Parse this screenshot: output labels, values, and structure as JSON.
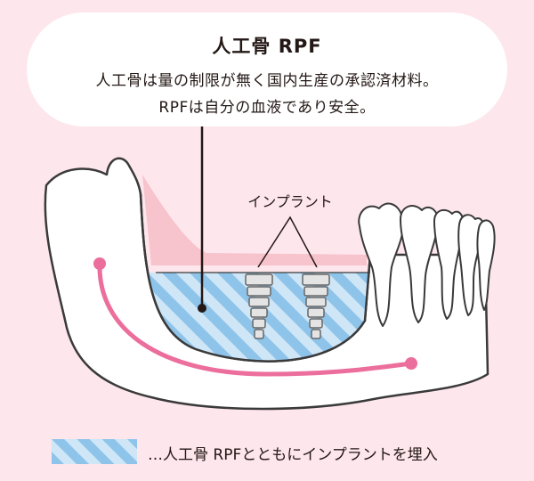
{
  "callout": {
    "title": "人工骨 RPF",
    "line1": "人工骨は量の制限が無く国内生産の承認済材料。",
    "line2": "RPFは自分の血液であり安全。"
  },
  "labels": {
    "implant": "インプラント"
  },
  "legend": {
    "text": "…人工骨 RPFとともにインプラントを埋入"
  },
  "colors": {
    "background": "#fde6ec",
    "bone_fill": "#ffffff",
    "outline": "#3a3a3a",
    "graft_pink": "#f7c3cc",
    "stripe_blue": "#8fc4ea",
    "stripe_light": "#cfe6f7",
    "nerve": "#ec6e9c"
  }
}
